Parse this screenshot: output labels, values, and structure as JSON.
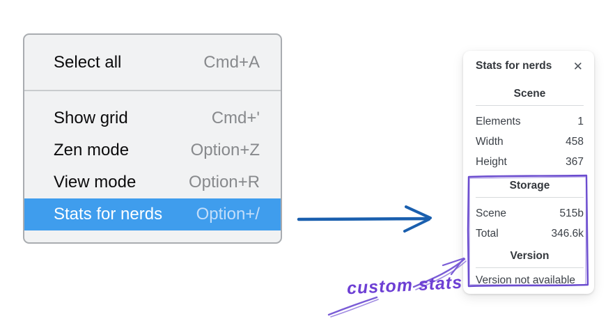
{
  "colors": {
    "menu_highlight_blue": "#3f9ded",
    "arrow_blue": "#1a5fae",
    "annotation_purple": "#6d44d8"
  },
  "menu": {
    "items": [
      {
        "label": "Select all",
        "shortcut": "Cmd+A"
      },
      {
        "label": "Show grid",
        "shortcut": "Cmd+'"
      },
      {
        "label": "Zen mode",
        "shortcut": "Option+Z"
      },
      {
        "label": "View mode",
        "shortcut": "Option+R"
      },
      {
        "label": "Stats for nerds",
        "shortcut": "Option+/"
      }
    ]
  },
  "panel": {
    "title": "Stats for nerds",
    "close_icon": "✕",
    "scene": {
      "title": "Scene",
      "rows": [
        {
          "label": "Elements",
          "value": "1"
        },
        {
          "label": "Width",
          "value": "458"
        },
        {
          "label": "Height",
          "value": "367"
        }
      ]
    },
    "storage": {
      "title": "Storage",
      "rows": [
        {
          "label": "Scene",
          "value": "515b"
        },
        {
          "label": "Total",
          "value": "346.6k"
        }
      ]
    },
    "version": {
      "title": "Version",
      "note": "Version not available"
    }
  },
  "annotation": {
    "label": "custom stats"
  }
}
